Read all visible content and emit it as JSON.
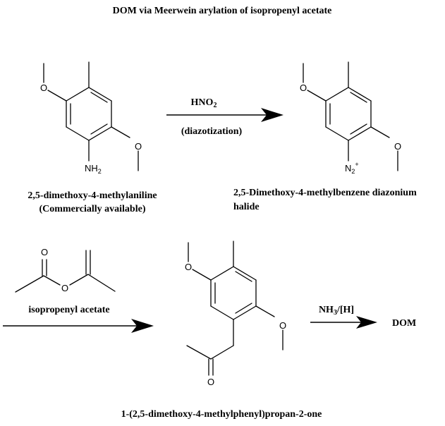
{
  "title": "DOM via Meerwein arylation of isopropenyl acetate",
  "molecules": {
    "aniline": {
      "name_line1": "2,5-dimethoxy-4-methylaniline",
      "name_line2": "(Commercially available)",
      "substituent_o_top": "O",
      "substituent_o_right": "O",
      "substituent_n": "NH",
      "substituent_n_sub": "2"
    },
    "diazonium": {
      "name_line1": "2,5-Dimethoxy-4-methylbenzene diazonium",
      "name_line2": "halide",
      "substituent_o_top": "O",
      "substituent_o_right": "O",
      "substituent_n": "N",
      "substituent_n_sub": "2",
      "substituent_n_sup": "+"
    },
    "isopropenyl_acetate": {
      "name": "isopropenyl acetate",
      "carbonyl_o": "O",
      "ester_o": "O"
    },
    "ketone": {
      "name": "1-(2,5-dimethoxy-4-methylphenyl)propan-2-one",
      "substituent_o_top": "O",
      "substituent_o_right": "O",
      "carbonyl_o": "O"
    },
    "product": {
      "name": "DOM"
    }
  },
  "arrows": {
    "step1": {
      "label_top": "HNO",
      "label_top_sub": "2",
      "label_bottom": "(diazotization)"
    },
    "step3": {
      "label_top_a": "NH",
      "label_top_sub": "3",
      "label_top_b": "/[H]"
    }
  }
}
